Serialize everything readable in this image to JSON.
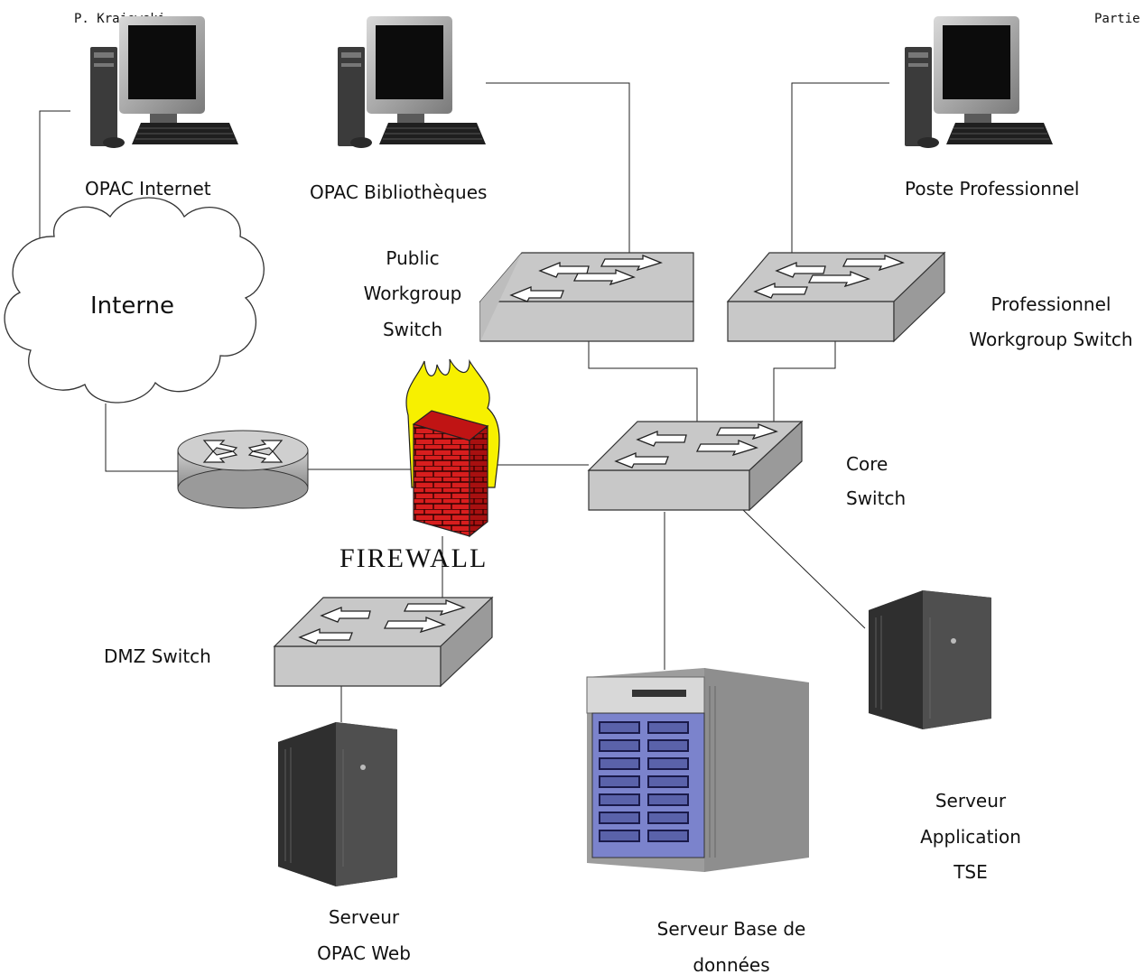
{
  "header": {
    "left": "P. Krajewski",
    "right": "Partie"
  },
  "nodes": {
    "opac_internet": {
      "label": "OPAC Internet"
    },
    "opac_bibliotheques": {
      "label": "OPAC Bibliothèques"
    },
    "poste_professionnel": {
      "label": "Poste Professionnel"
    },
    "internet_cloud": {
      "label": "Interne"
    },
    "public_switch": {
      "lines": [
        "Public",
        "Workgroup",
        "Switch"
      ]
    },
    "professionnel_switch": {
      "lines": [
        "Professionnel",
        "Workgroup Switch"
      ]
    },
    "core_switch": {
      "lines": [
        "Core",
        "Switch"
      ]
    },
    "firewall": {
      "label": "FIREWALL"
    },
    "dmz_switch": {
      "label": "DMZ Switch"
    },
    "serveur_opac_web": {
      "lines": [
        "Serveur",
        "OPAC Web"
      ]
    },
    "serveur_base": {
      "lines": [
        "Serveur Base de",
        "données"
      ]
    },
    "serveur_application": {
      "lines": [
        "Serveur",
        "Application",
        "TSE"
      ]
    }
  },
  "icons": {
    "workstation": "desktop-computer-icon",
    "switch": "network-switch-icon",
    "router": "router-icon",
    "firewall": "firewall-icon",
    "cloud": "cloud-icon",
    "tower_server": "tower-server-icon",
    "rack_server": "rack-server-icon"
  },
  "colors": {
    "switch_face": "#c8c8c8",
    "brick": "#d81e1e",
    "flame": "#f7f000",
    "rack_blue": "#7b83cc"
  }
}
